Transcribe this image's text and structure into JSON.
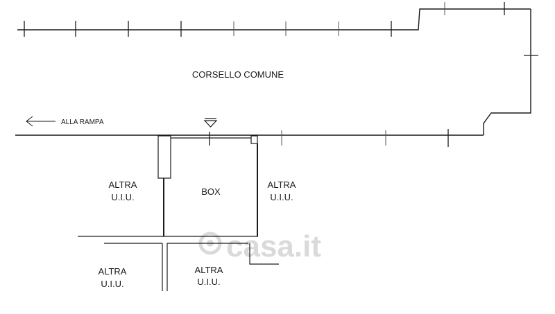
{
  "labels": {
    "corridor": "CORSELLO COMUNE",
    "ramp": "ALLA RAMPA",
    "box": "BOX",
    "unit_word": "ALTRA",
    "unit_abbr": "U.I.U."
  },
  "watermark": {
    "text": "casa.it"
  },
  "icons": {
    "arrow": "arrow-left-icon",
    "elevation": "level-marker-icon",
    "watermark_logo": "casa-logo-icon"
  },
  "colors": {
    "line": "#1a1a1a",
    "watermark": "#d4d4d4",
    "background": "#ffffff"
  }
}
